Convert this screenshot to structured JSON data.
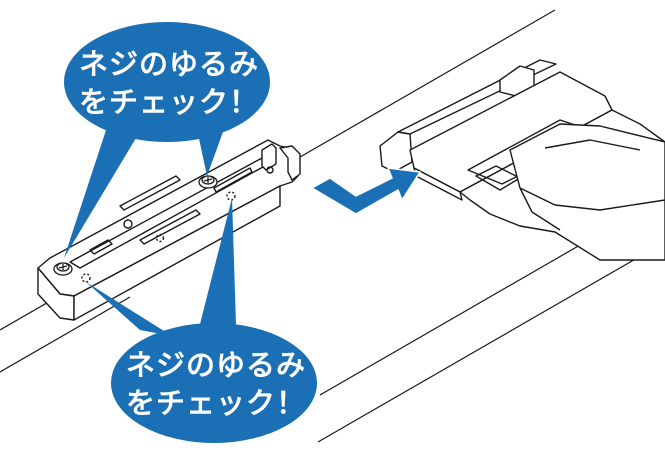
{
  "callouts": {
    "top": {
      "line1": "ネジのゆるみ",
      "line2": "をチェック！"
    },
    "bottom": {
      "line1": "ネジのゆるみ",
      "line2": "をチェック！"
    }
  },
  "colors": {
    "callout_fill": "#1a6fb5",
    "arrow_fill": "#1a6fb5",
    "line_art": "#1a1a1a",
    "background": "#ffffff"
  },
  "icons": {
    "direction_arrow": "arrow-right-icon"
  }
}
